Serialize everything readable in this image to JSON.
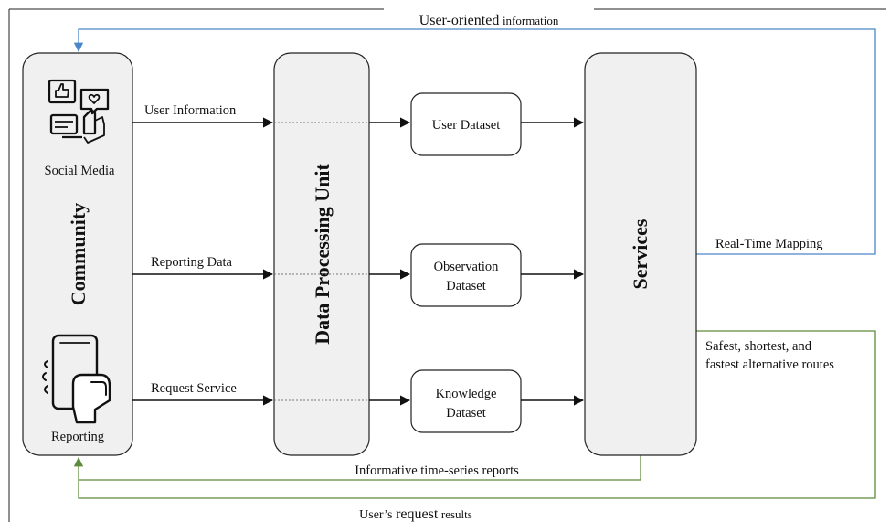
{
  "blocks": {
    "community": "Community",
    "dpu": "Data Processing Unit",
    "services": "Services"
  },
  "sources": {
    "social_media": "Social Media",
    "reporting": "Reporting"
  },
  "datasets": {
    "user": "User Dataset",
    "observation_line1": "Observation",
    "observation_line2": "Dataset",
    "knowledge_line1": "Knowledge",
    "knowledge_line2": "Dataset"
  },
  "flows": {
    "user_information": "User Information",
    "reporting_data": "Reporting Data",
    "request_service": "Request Service",
    "user_oriented_a": "User-oriented",
    "user_oriented_b": "information",
    "real_time_mapping": "Real-Time Mapping",
    "routes_line1": "Safest, shortest, and",
    "routes_line2": "fastest alternative routes",
    "time_series_reports": "Informative time-series reports",
    "request_results_a": "User’s",
    "request_results_b": "request",
    "request_results_c": "results"
  },
  "icons": {
    "social": "social-media-icon",
    "reporting": "reporting-phone-icon"
  },
  "colors": {
    "feedback_blue": "#4a86c8",
    "feedback_green": "#5e8a3c",
    "block_fill": "#f0f0f0"
  }
}
